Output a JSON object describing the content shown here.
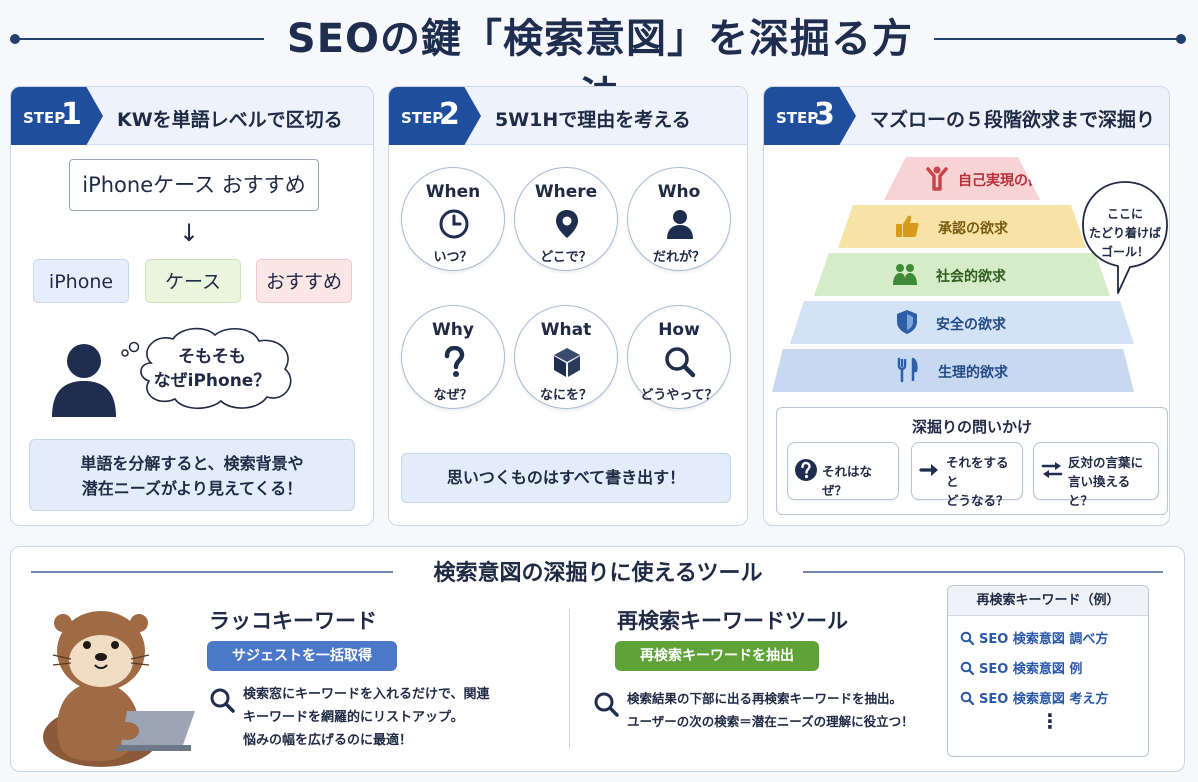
{
  "header": {
    "title": "SEOの鍵「検索意図」を深掘る方法"
  },
  "steps": [
    {
      "label": "STEP",
      "number": "1",
      "title": "KWを単語レベルで区切る"
    },
    {
      "label": "STEP",
      "number": "2",
      "title": "5W1Hで理由を考える"
    },
    {
      "label": "STEP",
      "number": "3",
      "title": "マズローの５段階欲求まで深掘り"
    }
  ],
  "step1": {
    "keyword": "iPhoneケース おすすめ",
    "arrow": "↓",
    "chips": [
      "iPhone",
      "ケース",
      "おすすめ"
    ],
    "thought_line1": "そもそも",
    "thought_line2": "なぜiPhone？",
    "note_line1": "単語を分解すると、検索背景や",
    "note_line2": "潜在ニーズがより見えてくる！"
  },
  "step2": {
    "questions": [
      {
        "en": "When",
        "jp": "いつ？",
        "icon": "clock-icon"
      },
      {
        "en": "Where",
        "jp": "どこで？",
        "icon": "location-pin-icon"
      },
      {
        "en": "Who",
        "jp": "だれが？",
        "icon": "person-icon"
      },
      {
        "en": "Why",
        "jp": "なぜ？",
        "icon": "question-mark-icon"
      },
      {
        "en": "What",
        "jp": "なにを？",
        "icon": "box-icon"
      },
      {
        "en": "How",
        "jp": "どうやって？",
        "icon": "magnifier-icon"
      }
    ],
    "note": "思いつくものはすべて書き出す！"
  },
  "step3": {
    "tiers": [
      {
        "label": "自己実現の欲求",
        "color": "#f7d3d3",
        "text_color": "#b5303a",
        "icon": "person-cheer-icon"
      },
      {
        "label": "承認の欲求",
        "color": "#f8e3a6",
        "text_color": "#7a5a10",
        "icon": "thumbs-up-icon"
      },
      {
        "label": "社会的欲求",
        "color": "#d6ebc7",
        "text_color": "#2f5e1f",
        "icon": "group-icon"
      },
      {
        "label": "安全の欲求",
        "color": "#d3e3f6",
        "text_color": "#234a86",
        "icon": "shield-icon"
      },
      {
        "label": "生理的欲求",
        "color": "#c6d9f1",
        "text_color": "#234a86",
        "icon": "fork-knife-icon"
      }
    ],
    "speech_line1": "ここに",
    "speech_line2": "たどり着けば",
    "speech_line3": "ゴール！",
    "questions_title": "深掘りの問いかけ",
    "q1": "それはなぜ？",
    "q2_line1": "それをすると",
    "q2_line2": "どうなる？",
    "q3_line1": "反対の言葉に",
    "q3_line2": "言い換えると？"
  },
  "tools": {
    "title": "検索意図の深掘りに使えるツール",
    "tool1": {
      "name": "ラッコキーワード",
      "pill": "サジェストを一括取得",
      "desc_line1": "検索窓にキーワードを入れるだけで、関連",
      "desc_line2": "キーワードを網羅的にリストアップ。",
      "desc_line3": "悩みの幅を広げるのに最適！"
    },
    "tool2": {
      "name": "再検索キーワードツール",
      "pill": "再検索キーワードを抽出",
      "desc_line1": "検索結果の下部に出る再検索キーワードを抽出。",
      "desc_line2": "ユーザーの次の検索＝潜在ニーズの理解に役立つ！"
    },
    "examples": {
      "title": "再検索キーワード（例）",
      "items": [
        "SEO 検索意図 調べ方",
        "SEO 検索意図 例",
        "SEO 検索意図 考え方"
      ],
      "more": "⋮"
    }
  },
  "colors": {
    "navy": "#1f4f9c",
    "accent_blue": "#4c78c9",
    "accent_green": "#5fa338",
    "link_blue": "#2a58a8"
  }
}
